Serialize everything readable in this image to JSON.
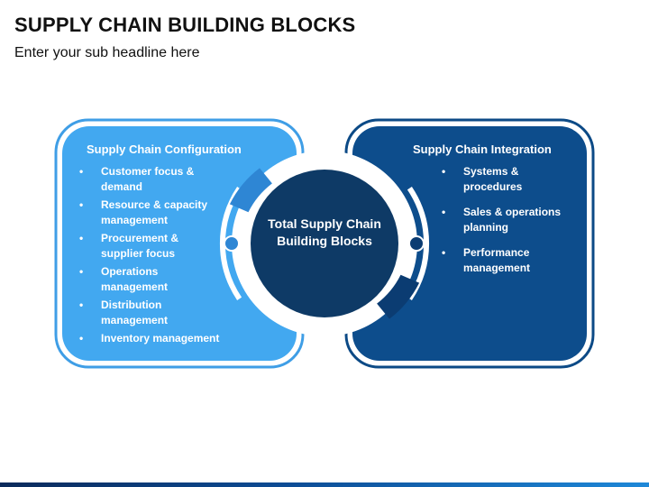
{
  "header": {
    "title": "SUPPLY CHAIN BUILDING BLOCKS",
    "subtitle": "Enter your sub headline here"
  },
  "center": {
    "label": "Total Supply Chain Building Blocks"
  },
  "left_panel": {
    "heading": "Supply Chain Configuration",
    "items": [
      "Customer focus & demand",
      "Resource & capacity management",
      "Procurement & supplier focus",
      "Operations management",
      "Distribution management",
      "Inventory management"
    ]
  },
  "right_panel": {
    "heading": "Supply Chain Integration",
    "items": [
      "Systems & procedures",
      "Sales & operations planning",
      "Performance management"
    ]
  },
  "colors": {
    "left_fill": "#42a8f0",
    "left_outline": "#3f9ee6",
    "right_fill": "#0d4d8c",
    "right_outline": "#0c4a86",
    "center_fill": "#0e3a66",
    "accent_light": "#2e86d4",
    "accent_dark": "#0b3c72",
    "bottom_bar": "#0d4d96"
  }
}
